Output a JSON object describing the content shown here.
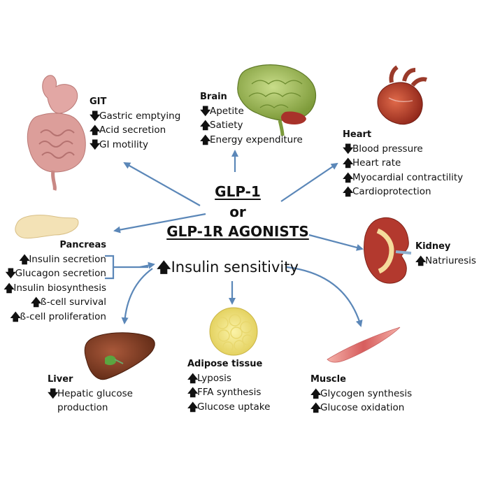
{
  "center": {
    "line1": "GLP-1",
    "line2": "or",
    "line3": "GLP-1R AGONISTS"
  },
  "insulin": {
    "arrow": "🡅",
    "label": "Insulin sensitivity"
  },
  "organs": {
    "git": {
      "title": "GIT",
      "effects": [
        {
          "dir": "down",
          "text": "Gastric emptying"
        },
        {
          "dir": "up",
          "text": "Acid secretion"
        },
        {
          "dir": "down",
          "text": "GI motility"
        }
      ]
    },
    "brain": {
      "title": "Brain",
      "effects": [
        {
          "dir": "down",
          "text": "Apetite"
        },
        {
          "dir": "up",
          "text": "Satiety"
        },
        {
          "dir": "up",
          "text": "Energy expenditure"
        }
      ]
    },
    "heart": {
      "title": "Heart",
      "effects": [
        {
          "dir": "down",
          "text": "Blood pressure"
        },
        {
          "dir": "up",
          "text": "Heart rate"
        },
        {
          "dir": "up",
          "text": "Myocardial contractility"
        },
        {
          "dir": "up",
          "text": "Cardioprotection"
        }
      ]
    },
    "pancreas": {
      "title": "Pancreas",
      "effects": [
        {
          "dir": "up",
          "text": "Insulin secretion"
        },
        {
          "dir": "down",
          "text": "Glucagon secretion"
        },
        {
          "dir": "up",
          "text": "Insulin biosynthesis"
        },
        {
          "dir": "up",
          "text": "ß-cell survival"
        },
        {
          "dir": "up",
          "text": "ß-cell proliferation"
        }
      ]
    },
    "kidney": {
      "title": "Kidney",
      "effects": [
        {
          "dir": "up",
          "text": "Natriuresis"
        }
      ]
    },
    "liver": {
      "title": "Liver",
      "effects": [
        {
          "dir": "down",
          "text": "Hepatic glucose"
        },
        {
          "dir": "none",
          "text": "production"
        }
      ]
    },
    "adipose": {
      "title": "Adipose tissue",
      "effects": [
        {
          "dir": "up",
          "text": "Lyposis"
        },
        {
          "dir": "up",
          "text": "FFA synthesis"
        },
        {
          "dir": "up",
          "text": "Glucose uptake"
        }
      ]
    },
    "muscle": {
      "title": "Muscle",
      "effects": [
        {
          "dir": "up",
          "text": "Glycogen synthesis"
        },
        {
          "dir": "up",
          "text": "Glucose oxidation"
        }
      ]
    }
  },
  "symbols": {
    "up": "🡅",
    "down": "🡇"
  },
  "colors": {
    "arrow": "#5b87b8",
    "text": "#111111",
    "git": "#d7a2a0",
    "brain": "#8fb04a",
    "heart": "#b8362a",
    "pancreas": "#f0deb0",
    "kidney": "#b5392f",
    "liver": "#7a3a22",
    "adipose": "#f2e27a",
    "muscle": "#e07878"
  }
}
